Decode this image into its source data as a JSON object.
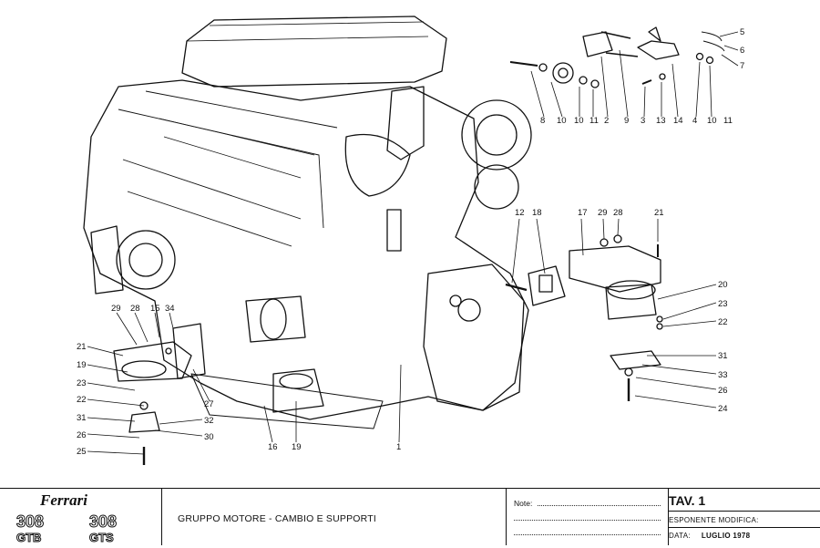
{
  "title_block": {
    "brand": "Ferrari",
    "models": [
      "308 GTB",
      "308 GTS"
    ],
    "title": "GRUPPO MOTORE - CAMBIO E SUPPORTI",
    "notes_label": "Note:",
    "table_number": "TAV. 1",
    "modification_label": "ESPONENTE  MODIFICA:",
    "date_label": "DATA:",
    "date_value": "LUGLIO 1978"
  },
  "callouts": {
    "top_right": [
      "5",
      "6",
      "7",
      "8",
      "10",
      "11",
      "2",
      "9",
      "3",
      "13",
      "14",
      "4",
      "10",
      "11"
    ],
    "mid_right": [
      "12",
      "18",
      "17",
      "29",
      "28",
      "21",
      "20",
      "23",
      "22",
      "31",
      "33",
      "26",
      "24"
    ],
    "left": [
      "29",
      "28",
      "15",
      "34",
      "21",
      "19",
      "23",
      "22",
      "31",
      "26",
      "25",
      "27",
      "32",
      "30",
      "16",
      "19",
      "1"
    ]
  },
  "colors": {
    "ink": "#111111",
    "paper": "#ffffff"
  }
}
